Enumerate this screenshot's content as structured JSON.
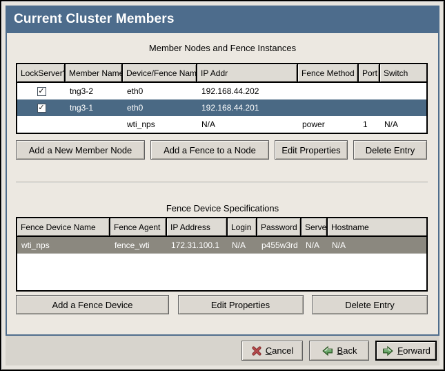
{
  "window": {
    "title": "Current Cluster Members"
  },
  "members": {
    "caption": "Member Nodes and Fence Instances",
    "table": {
      "columns": [
        "LockServer?",
        "Member Name",
        "Device/Fence Name",
        "IP Addr",
        "Fence Method",
        "Port",
        "Switch"
      ],
      "rows": [
        [
          "✓",
          "tng3-2",
          "eth0",
          "192.168.44.202",
          "",
          "",
          ""
        ],
        [
          "✓",
          "tng3-1",
          "eth0",
          "192.168.44.201",
          "",
          "",
          ""
        ],
        [
          "",
          "",
          "wti_nps",
          "N/A",
          "power",
          "1",
          "N/A"
        ]
      ],
      "selected_row_index": 1
    },
    "buttons": [
      "Add a New Member Node",
      "Add a Fence to a Node",
      "Edit Properties",
      "Delete Entry"
    ]
  },
  "fence_devices": {
    "caption": "Fence Device Specifications",
    "table": {
      "columns": [
        "Fence Device Name",
        "Fence Agent",
        "IP Address",
        "Login",
        "Password",
        "Server",
        "Hostname"
      ],
      "rows": [
        [
          "wti_nps",
          "fence_wti",
          "172.31.100.1",
          "N/A",
          "p455w3rd",
          "N/A",
          "N/A"
        ]
      ],
      "selected_row_index": 0
    },
    "buttons": [
      "Add a Fence Device",
      "Edit Properties",
      "Delete Entry"
    ]
  },
  "action_bar": {
    "cancel": {
      "icon": "red-x-icon",
      "mnemonic": "C",
      "rest": "ancel"
    },
    "back": {
      "icon": "green-arrow-left-icon",
      "mnemonic": "B",
      "rest": "ack"
    },
    "forward": {
      "icon": "green-arrow-right-icon",
      "mnemonic": "F",
      "rest": "orward"
    }
  },
  "colors": {
    "title_bar_blue": "#4d6c8c",
    "selection_active_blue": "#4a6984",
    "selection_inactive_gray": "#8b887f",
    "content_background": "#ece8e1",
    "action_area_background": "#d7d4cd"
  }
}
